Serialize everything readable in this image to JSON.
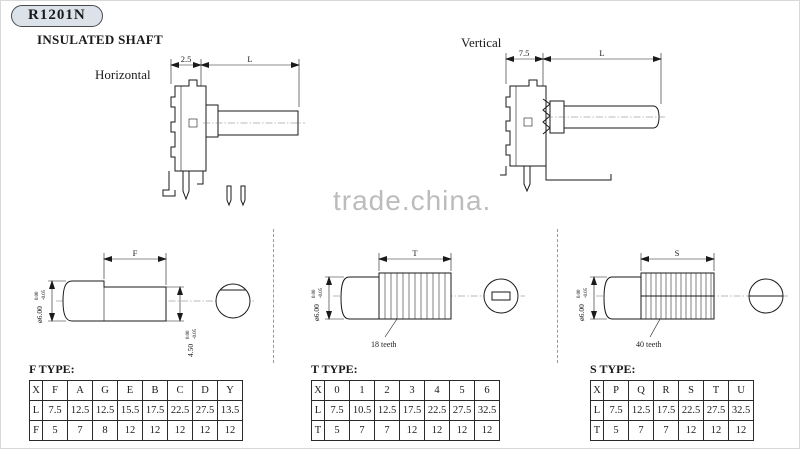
{
  "header": {
    "model": "R1201N",
    "title": "INSULATED SHAFT"
  },
  "views": {
    "horizontal": {
      "label": "Horizontal",
      "dim_body": "2.5",
      "dim_shaft": "L"
    },
    "vertical": {
      "label": "Vertical",
      "dim_body": "7.5",
      "dim_shaft": "L"
    }
  },
  "watermark": {
    "text": "trade.china."
  },
  "shaft_details": {
    "f": {
      "dim_label": "F",
      "diameter": "ø6.00",
      "dia_tol_top": "0.00",
      "dia_tol_bottom": "-0.05",
      "flat_dim": "4.50",
      "flat_tol_top": "0.00",
      "flat_tol_bottom": "-0.05"
    },
    "t": {
      "dim_label": "T",
      "diameter": "ø6.00",
      "dia_tol_top": "0.00",
      "dia_tol_bottom": "-0.05",
      "teeth_note": "18 teeth"
    },
    "s": {
      "dim_label": "S",
      "diameter": "ø6.00",
      "dia_tol_top": "0.00",
      "dia_tol_bottom": "-0.05",
      "teeth_note": "40 teeth"
    }
  },
  "tables": [
    {
      "title": "F TYPE:",
      "rows": [
        [
          "X",
          "F",
          "A",
          "G",
          "E",
          "B",
          "C",
          "D",
          "Y"
        ],
        [
          "L",
          "7.5",
          "12.5",
          "12.5",
          "15.5",
          "17.5",
          "22.5",
          "27.5",
          "13.5"
        ],
        [
          "F",
          "5",
          "7",
          "8",
          "12",
          "12",
          "12",
          "12",
          "12"
        ]
      ]
    },
    {
      "title": "T TYPE:",
      "rows": [
        [
          "X",
          "0",
          "1",
          "2",
          "3",
          "4",
          "5",
          "6"
        ],
        [
          "L",
          "7.5",
          "10.5",
          "12.5",
          "17.5",
          "22.5",
          "27.5",
          "32.5"
        ],
        [
          "T",
          "5",
          "7",
          "7",
          "12",
          "12",
          "12",
          "12"
        ]
      ]
    },
    {
      "title": "S TYPE:",
      "rows": [
        [
          "X",
          "P",
          "Q",
          "R",
          "S",
          "T",
          "U"
        ],
        [
          "L",
          "7.5",
          "12.5",
          "17.5",
          "22.5",
          "27.5",
          "32.5"
        ],
        [
          "T",
          "5",
          "7",
          "7",
          "12",
          "12",
          "12"
        ]
      ]
    }
  ]
}
